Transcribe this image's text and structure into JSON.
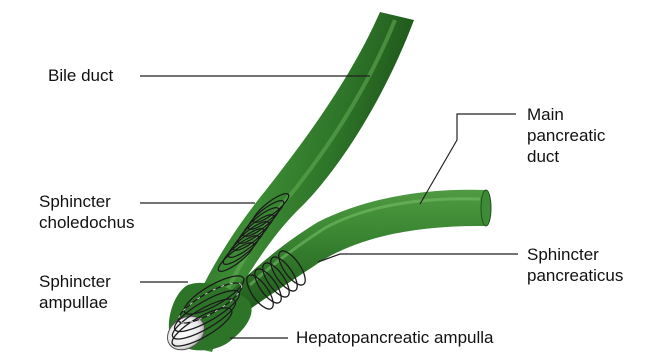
{
  "labels": {
    "bile_duct": "Bile duct",
    "main_pancreatic_duct": [
      "Main",
      "pancreatic",
      "duct"
    ],
    "sphincter_choledochus": [
      "Sphincter",
      "choledochus"
    ],
    "sphincter_pancreaticus": [
      "Sphincter",
      "pancreaticus"
    ],
    "sphincter_ampullae": [
      "Sphincter",
      "ampullae"
    ],
    "hepatopancreatic_ampulla": "Hepatopancreatic ampulla"
  },
  "colors": {
    "duct_green": "#2f7a2c",
    "duct_dark": "#1d5218",
    "duct_light": "#5fa44f",
    "coil": "#1b1b1b",
    "leader": "#222222",
    "text": "#111111"
  }
}
